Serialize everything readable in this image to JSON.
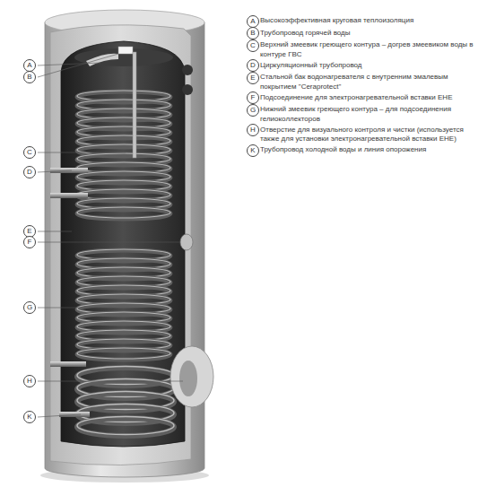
{
  "diagram": {
    "labels": [
      "A",
      "B",
      "C",
      "D",
      "E",
      "F",
      "G",
      "H",
      "K",
      "A",
      "Высокоэффективная круговая теплоизоляция",
      "B",
      "Трубопровод горячей воды",
      "C",
      "Верхний змеевик греющего контура – догрев змеевиком воды в контуре ГВС",
      "D",
      "Циркуляционный трубопровод",
      "E",
      "Стальной бак водонагревателя с внутренним эмалевым покрытием \"Ceraprotect\"",
      "F",
      "Подсоединение для электронагревательной вставки EHE",
      "G",
      "Нижний змеевик греющего контура – для подсоединения гелиоколлекторов",
      "H",
      "Отверстие для визуального контроля и чистки (используется также для установки электронагревательной вставки EHE)",
      "K",
      "Трубопровод холодной воды и линия опорожения"
    ]
  }
}
